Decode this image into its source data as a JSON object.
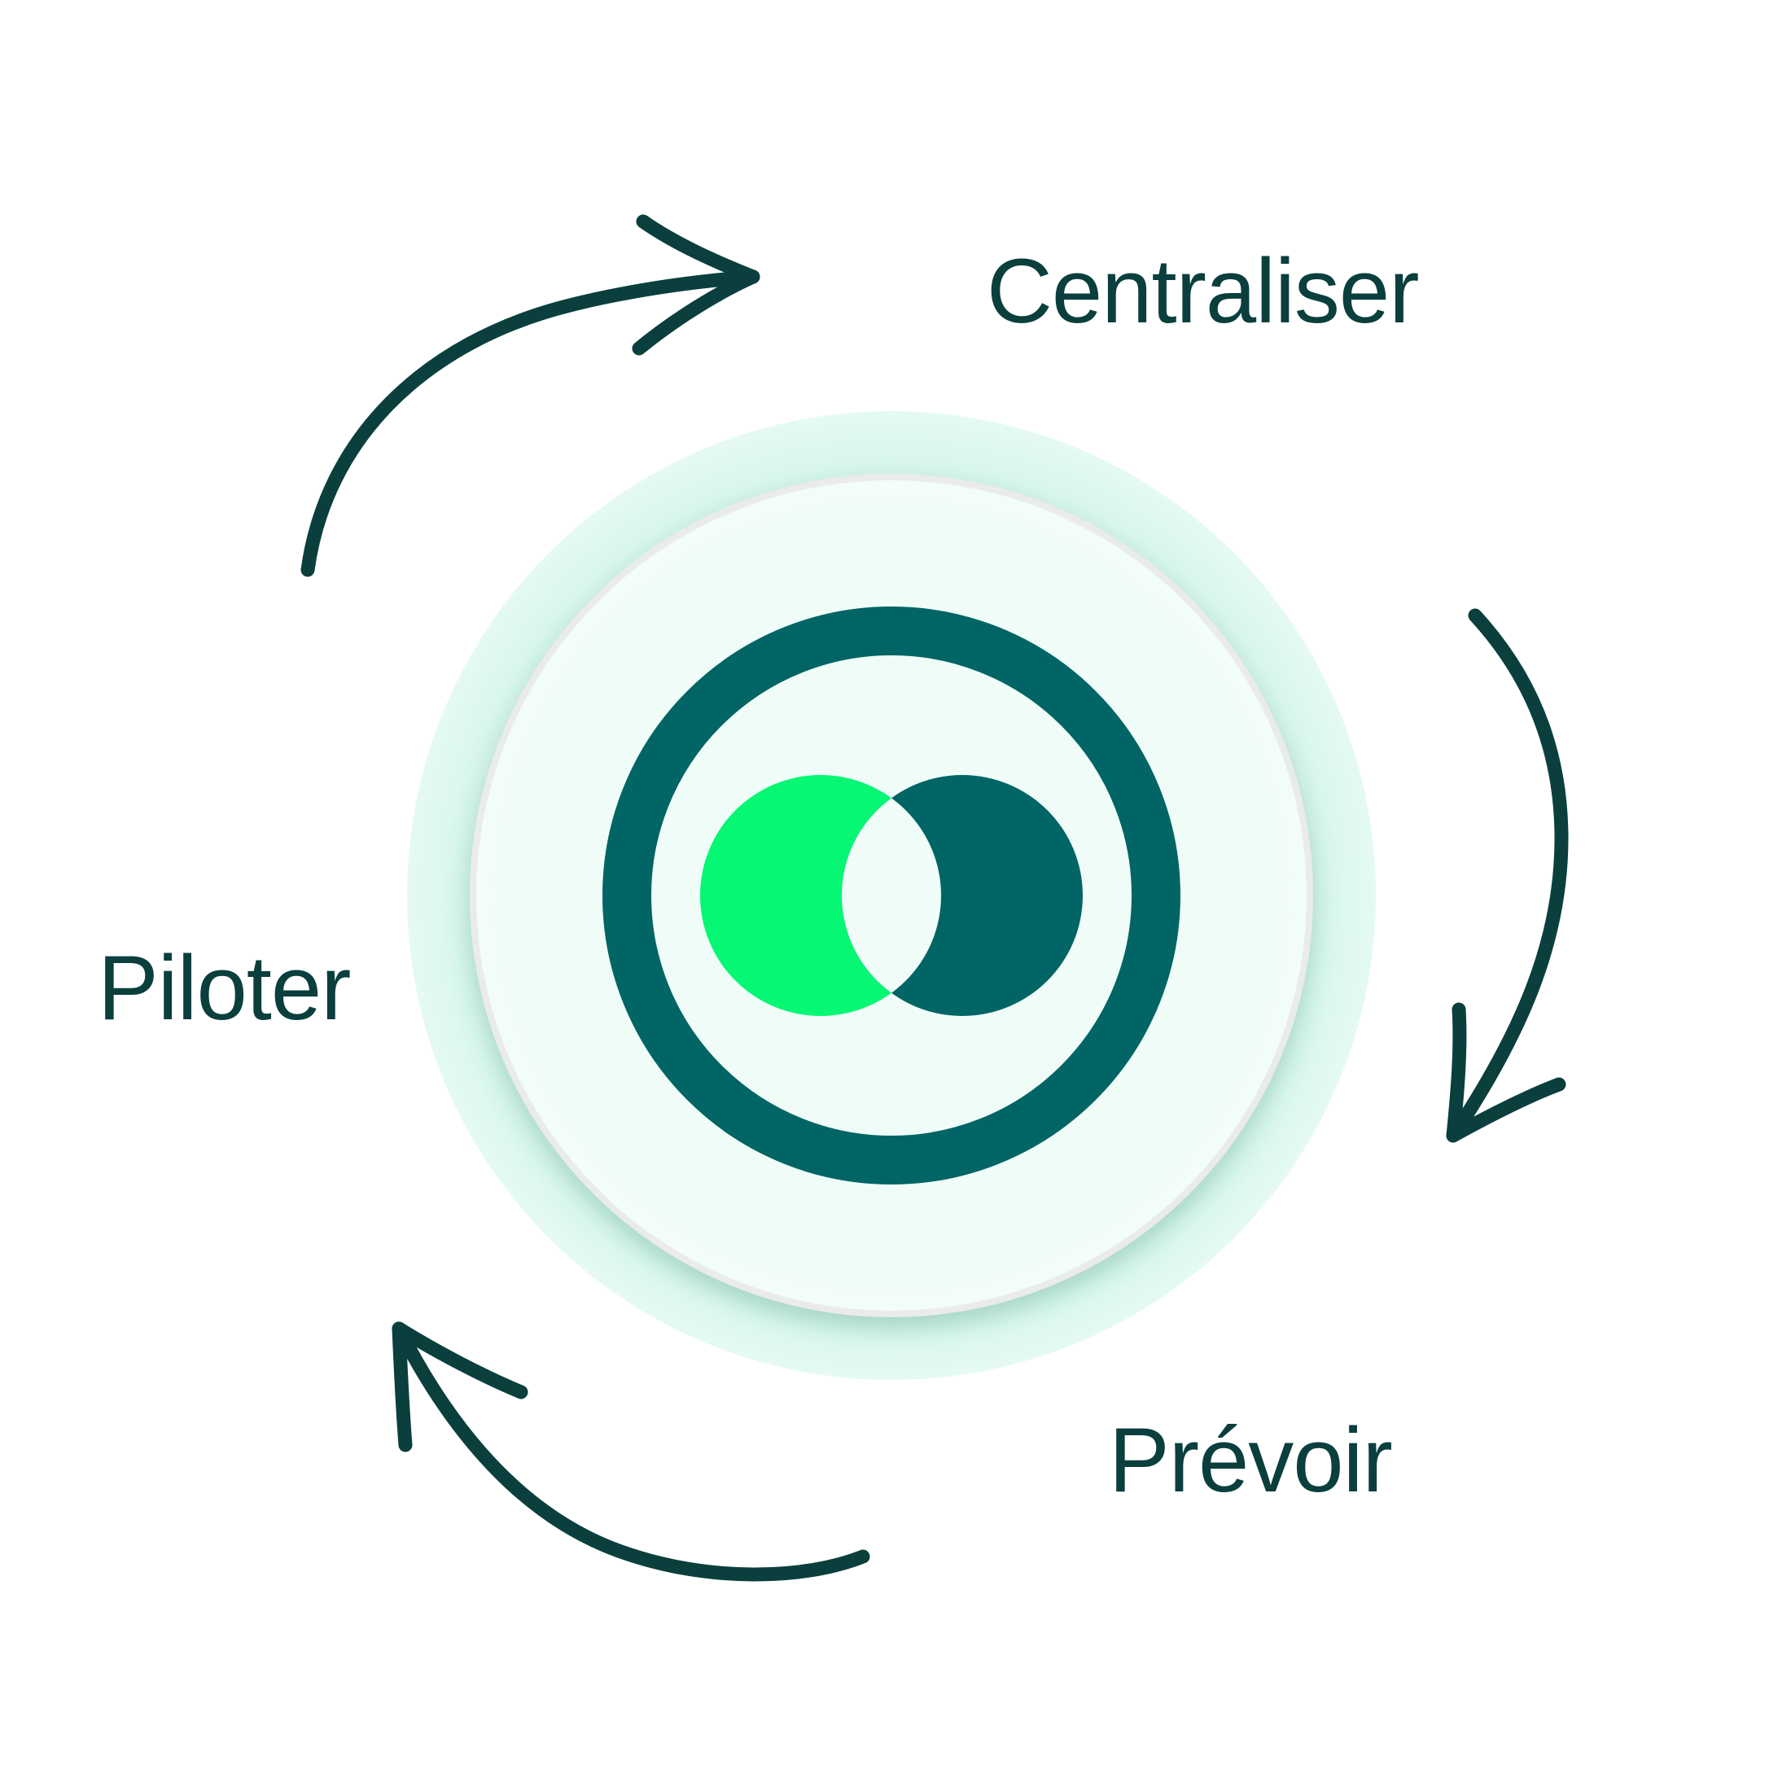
{
  "steps": [
    {
      "id": "centraliser",
      "label": "Centraliser"
    },
    {
      "id": "prevoir",
      "label": "Prévoir"
    },
    {
      "id": "piloter",
      "label": "Piloter"
    }
  ],
  "colors": {
    "text": "#0a3f3d",
    "arrow": "#0a3f3d",
    "ring": "#026565",
    "logo_left": "#05f774",
    "logo_right": "#026565",
    "disc_fill": "#effcf8",
    "halo": "#c5f2e3",
    "background": "#ffffff"
  }
}
